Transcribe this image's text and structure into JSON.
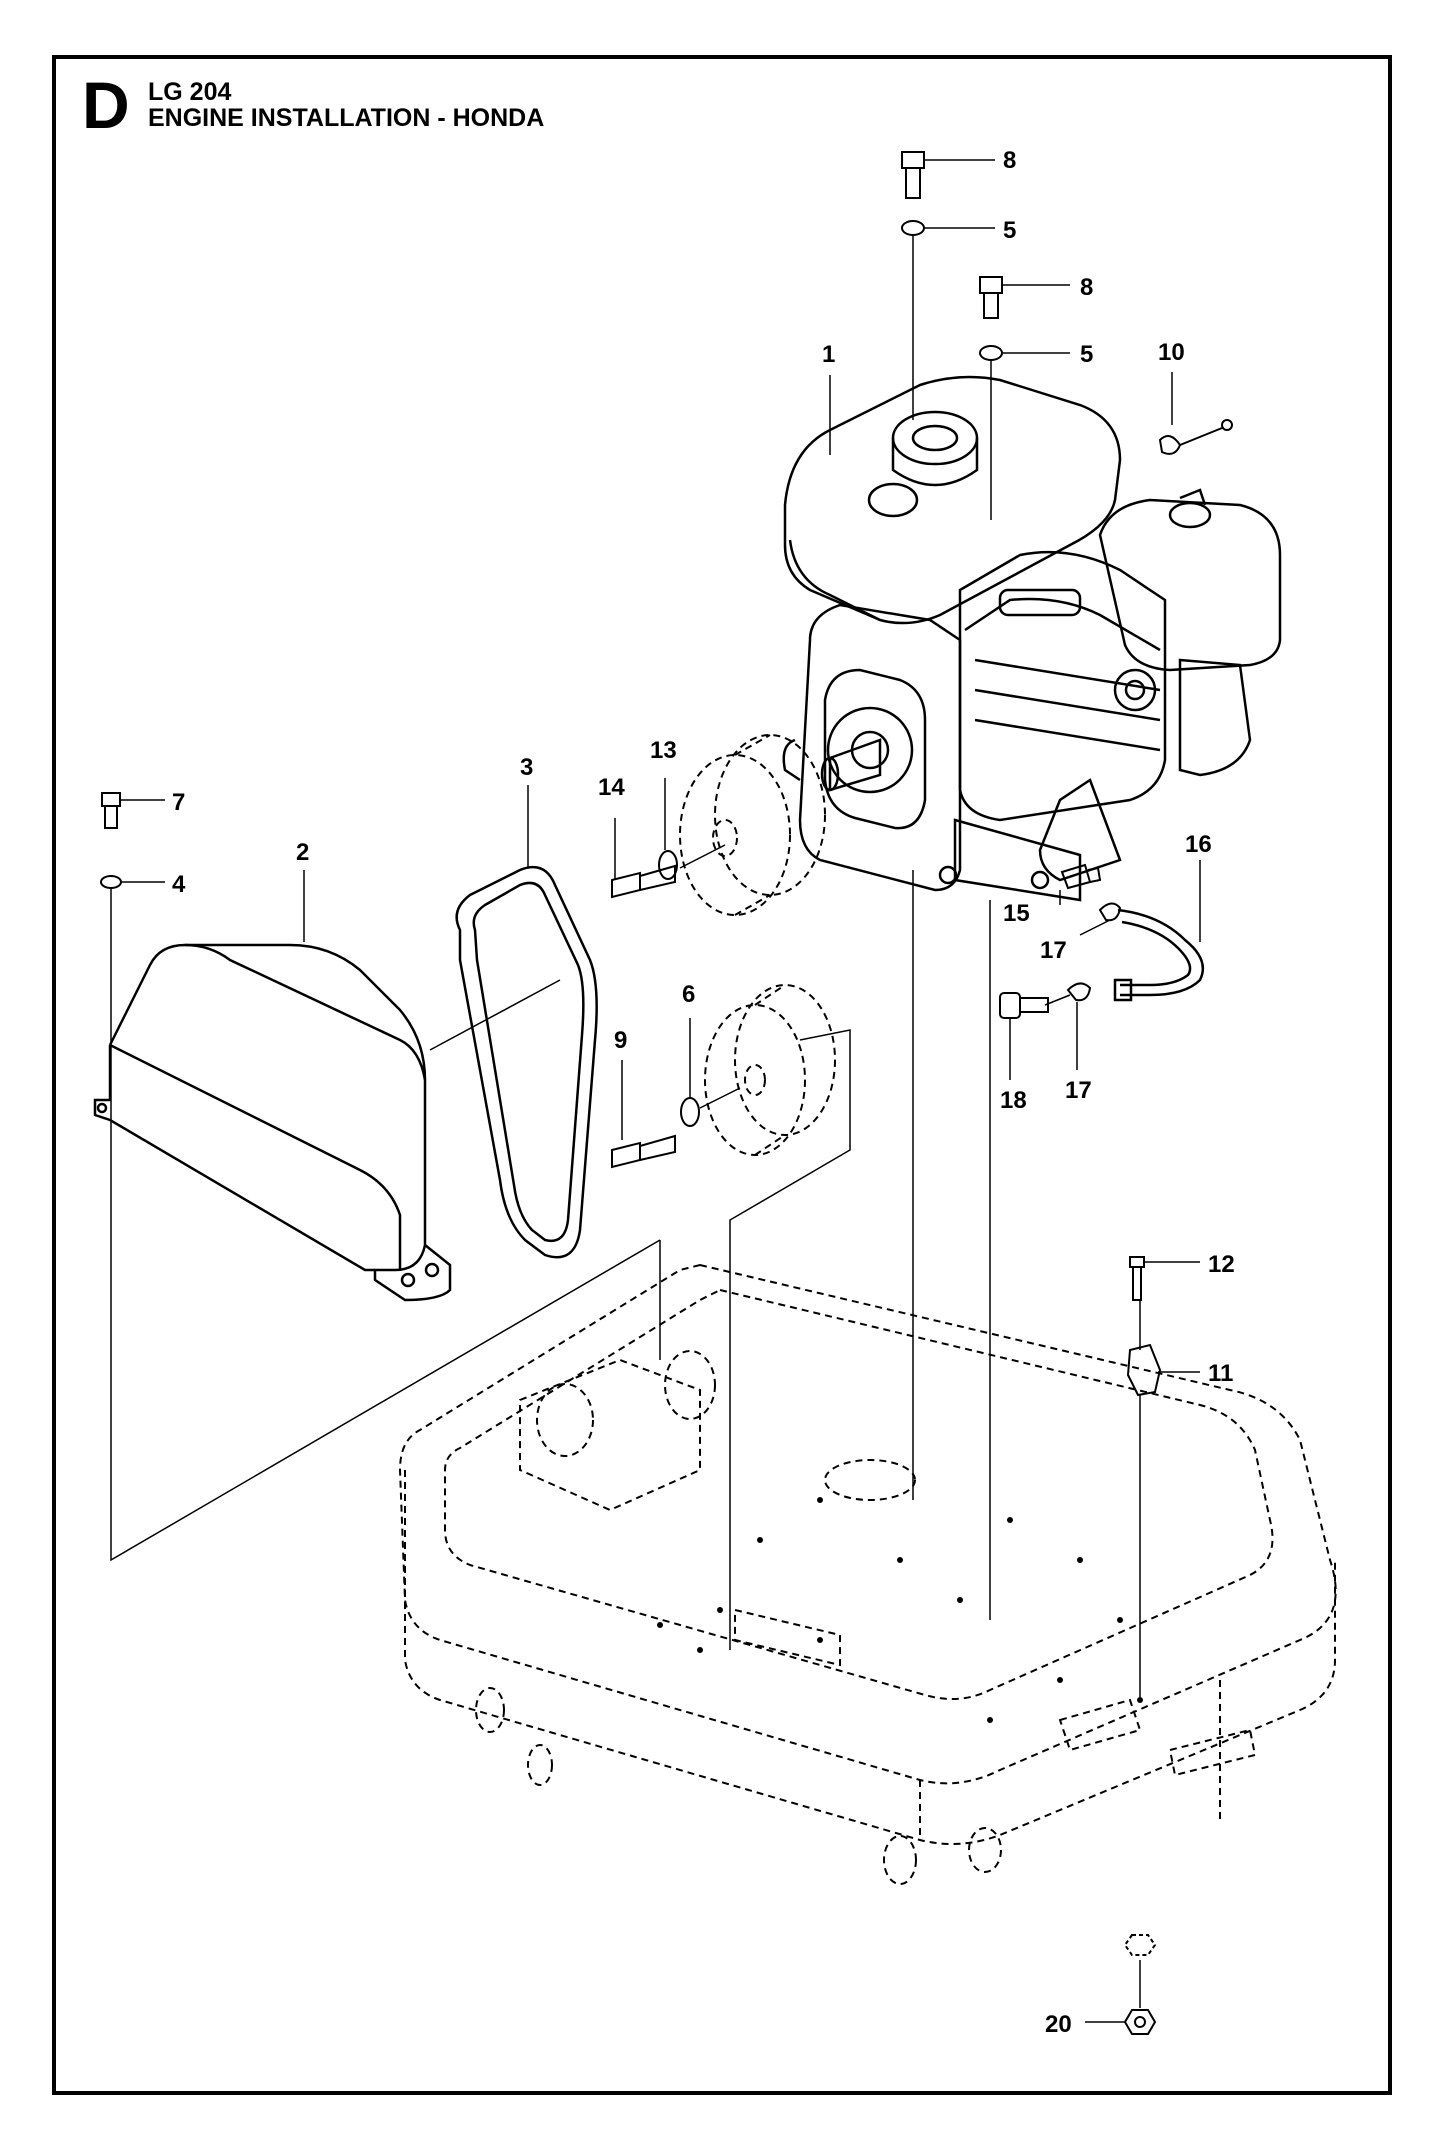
{
  "header": {
    "section_letter": "D",
    "model": "LG 204",
    "title": "ENGINE INSTALLATION - HONDA"
  },
  "callouts": {
    "c1": "1",
    "c2": "2",
    "c3": "3",
    "c4": "4",
    "c5a": "5",
    "c5b": "5",
    "c6": "6",
    "c7": "7",
    "c8a": "8",
    "c8b": "8",
    "c9": "9",
    "c10": "10",
    "c11": "11",
    "c12": "12",
    "c13": "13",
    "c14": "14",
    "c15": "15",
    "c16": "16",
    "c17a": "17",
    "c17b": "17",
    "c18": "18",
    "c20": "20"
  },
  "colors": {
    "ink": "#000000",
    "paper": "#ffffff"
  }
}
